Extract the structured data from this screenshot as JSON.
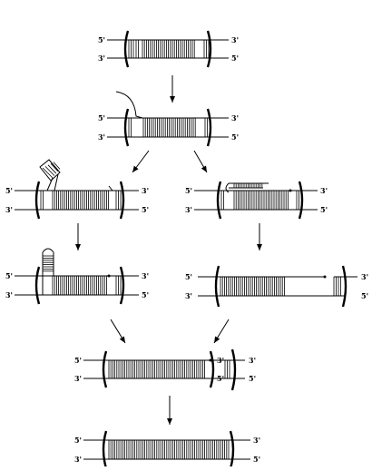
{
  "labels": {
    "five_prime": "5'",
    "three_prime": "3'"
  },
  "diagram": {
    "direction": "top-to-bottom",
    "colors": {
      "ink": "#000000",
      "background": "#ffffff"
    },
    "stages": [
      {
        "id": "duplex-with-gaps",
        "strands": [
          "5'",
          "3'"
        ],
        "right_strands": [
          "3'",
          "5'"
        ]
      },
      {
        "id": "flap-displacement",
        "strands": [
          "5'",
          "3'"
        ],
        "right_strands": [
          "3'",
          "5'"
        ]
      },
      {
        "id": "hairpin-left",
        "strands": [
          "5'",
          "3'"
        ],
        "right_strands": [
          "3'",
          "5'"
        ]
      },
      {
        "id": "folded-loop-right",
        "strands": [
          "5'",
          "3'"
        ],
        "right_strands": [
          "3'",
          "5'"
        ]
      },
      {
        "id": "hairpin-stem",
        "strands": [
          "5'",
          "3'"
        ],
        "right_strands": [
          "3'",
          "5'"
        ]
      },
      {
        "id": "extended-strand",
        "strands": [
          "5'",
          "3'"
        ],
        "right_strands": [
          "3'",
          "5'"
        ]
      },
      {
        "id": "rejoin",
        "strands": [
          "5'",
          "3'"
        ],
        "right_strands": [
          "3'",
          "5'"
        ]
      },
      {
        "id": "final-duplex",
        "strands": [
          "5'",
          "3'"
        ],
        "right_strands": [
          "3'",
          "5'"
        ]
      }
    ]
  }
}
